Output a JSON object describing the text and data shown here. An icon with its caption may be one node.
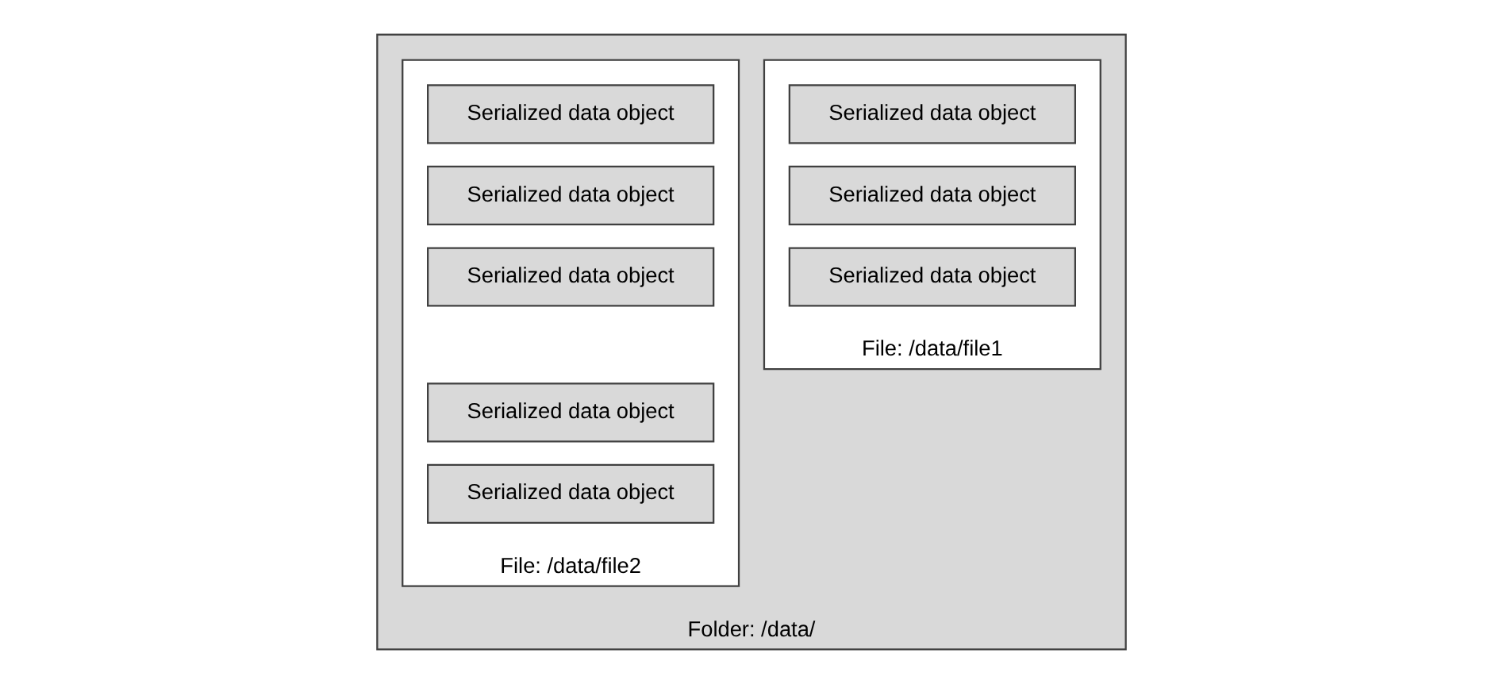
{
  "diagram": {
    "nodes": [
      {
        "text": [
          "Folder: /data/"
        ]
      },
      {
        "text": [
          "File: /data/file1"
        ],
        "in": 0
      },
      {
        "text": [
          "Serialized data object"
        ],
        "in": 1
      },
      {
        "text": [
          "Serialized data object"
        ],
        "in": 1
      },
      {
        "text": [
          "Serialized data object"
        ],
        "in": 1
      },
      {
        "text": [
          "File: /data/file2"
        ],
        "in": 0
      },
      {
        "text": [
          "Serialized data object"
        ],
        "in": 5
      },
      {
        "text": [
          "Serialized data object"
        ],
        "in": 5
      },
      {
        "text": [
          "Serialized data object"
        ],
        "in": 5
      },
      {
        "text": [
          "Serialized data object"
        ],
        "in": 5
      },
      {
        "text": [
          "Serialized data object"
        ],
        "in": 5
      }
    ],
    "edges": []
  }
}
